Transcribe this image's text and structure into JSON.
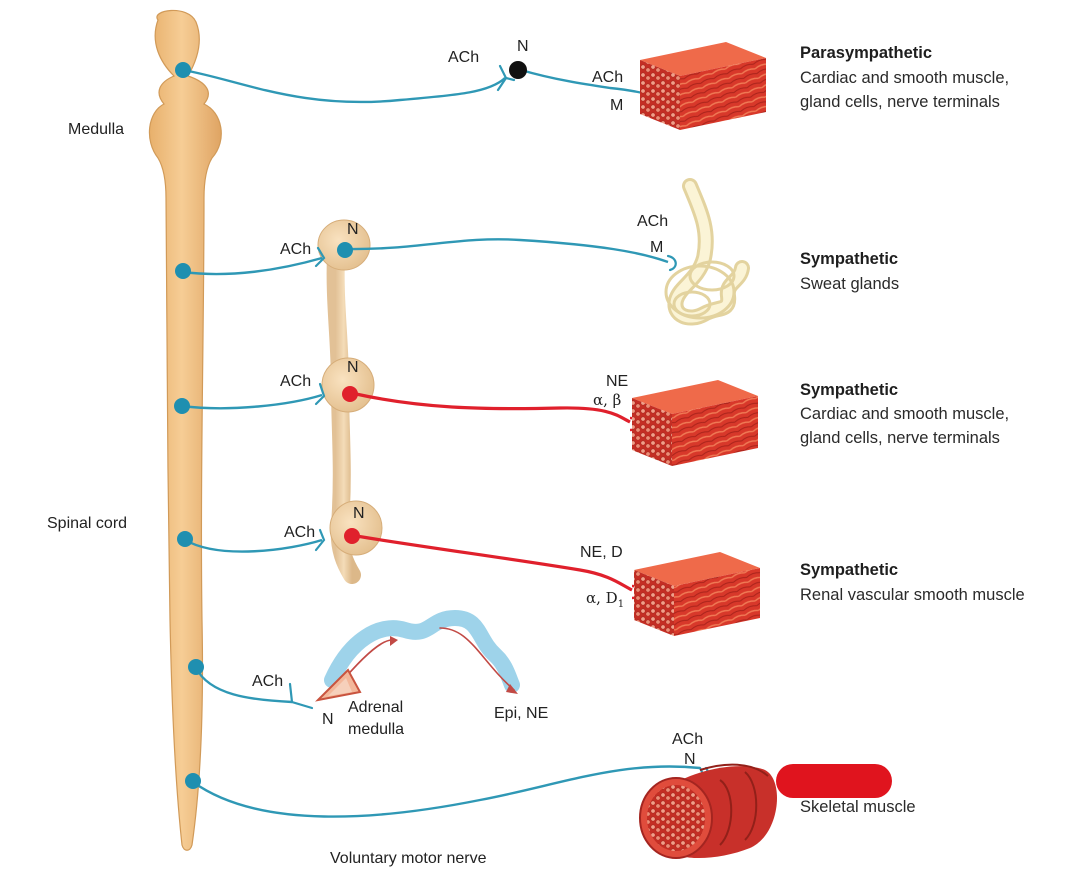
{
  "labels": {
    "medulla": "Medulla",
    "spinal_cord": "Spinal cord",
    "voluntary_motor_nerve": "Voluntary motor nerve",
    "adrenal_medulla_line1": "Adrenal",
    "adrenal_medulla_line2": "medulla",
    "epi_ne": "Epi, NE"
  },
  "pathways": [
    {
      "title": "Parasympathetic",
      "desc1": "Cardiac and smooth muscle,",
      "desc2": "gland cells, nerve terminals",
      "pre_transmitter": "ACh",
      "ganglion_receptor": "N",
      "post_transmitter": "ACh",
      "target_receptor": "M"
    },
    {
      "title": "Sympathetic",
      "desc1": "Sweat glands",
      "pre_transmitter": "ACh",
      "ganglion_receptor": "N",
      "post_transmitter": "ACh",
      "target_receptor": "M"
    },
    {
      "title": "Sympathetic",
      "desc1": "Cardiac and smooth muscle,",
      "desc2": "gland cells, nerve terminals",
      "pre_transmitter": "ACh",
      "ganglion_receptor": "N",
      "post_transmitter": "NE",
      "target_receptor": "α, β"
    },
    {
      "title": "Sympathetic",
      "desc1": "Renal vascular smooth muscle",
      "pre_transmitter": "ACh",
      "ganglion_receptor": "N",
      "post_transmitter": "NE, D",
      "target_receptor": "α, D",
      "target_receptor_sub": "1"
    },
    {
      "pre_transmitter": "ACh",
      "ganglion_receptor": "N"
    },
    {
      "desc1": "Skeletal muscle",
      "transmitter": "ACh",
      "receptor": "N"
    }
  ],
  "colors": {
    "cord_fill": "#f2c489",
    "cord_stroke": "#d9a25e",
    "preganglionic": "#2f98b5",
    "sympathetic_postganglionic": "#e0202c",
    "muscle": "#d93a2b",
    "redaction": "#e0141e"
  }
}
